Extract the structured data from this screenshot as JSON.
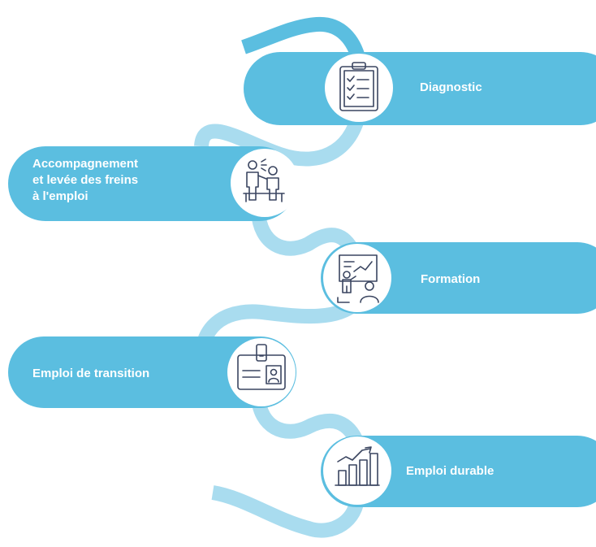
{
  "colors": {
    "band": "#5BBEE0",
    "band_light": "#A9DCEF",
    "icon_stroke": "#3A4560",
    "icon_bg": "#ffffff",
    "text": "#ffffff"
  },
  "steps": [
    {
      "label": "Diagnostic",
      "icon": "clipboard-checklist-icon"
    },
    {
      "label": "Accompagnement\net levée des freins\nà l'emploi",
      "icon": "counseling-people-icon"
    },
    {
      "label": "Formation",
      "icon": "presentation-teacher-icon"
    },
    {
      "label": "Emploi de transition",
      "icon": "id-badge-icon"
    },
    {
      "label": "Emploi durable",
      "icon": "growth-chart-icon"
    }
  ]
}
